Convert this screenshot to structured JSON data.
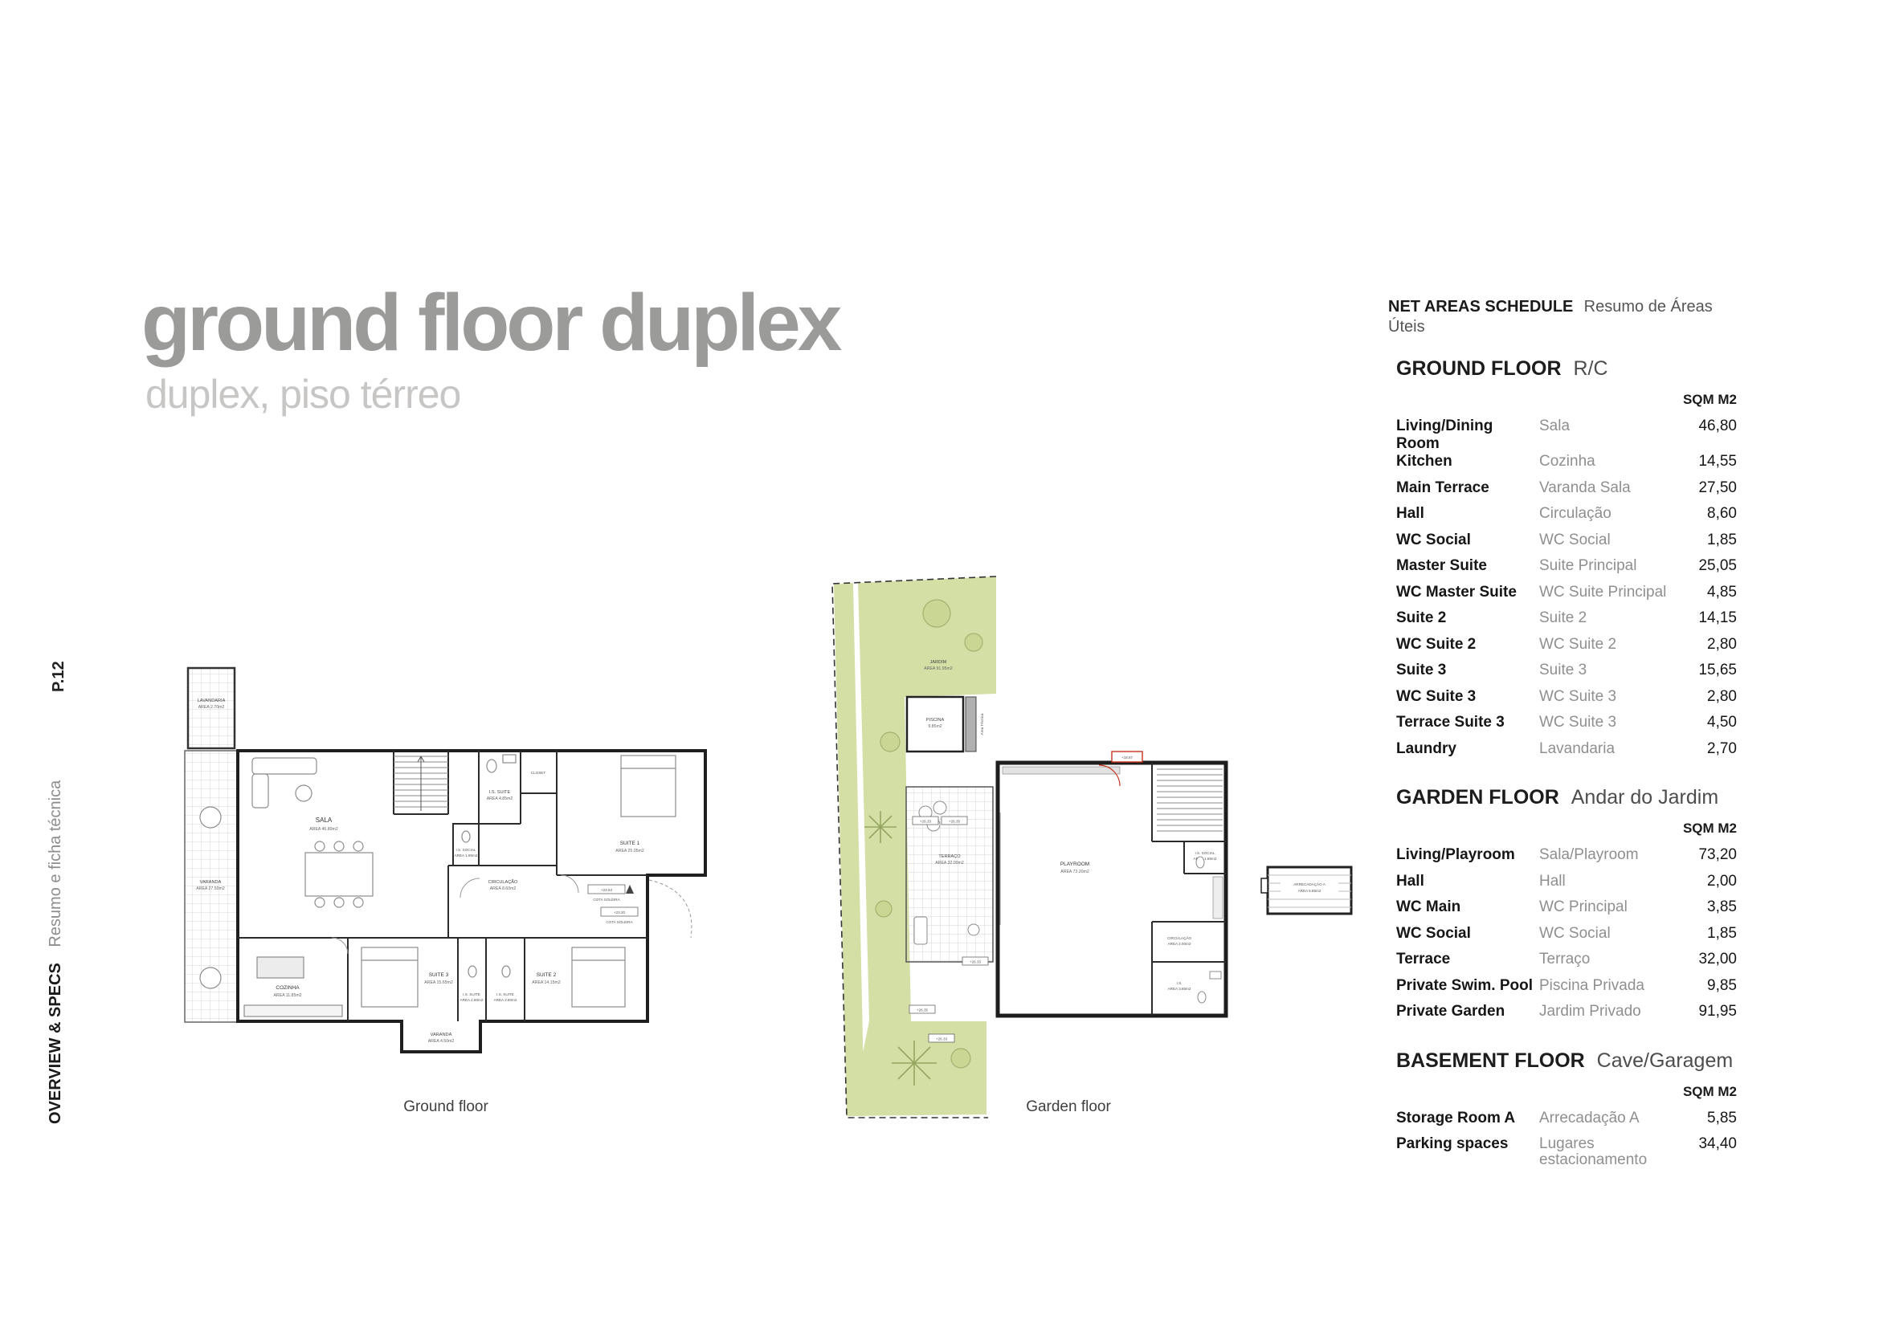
{
  "header": {
    "title": "ground floor duplex",
    "subtitle": "duplex, piso térreo"
  },
  "sidebar": {
    "page_number": "P.12",
    "section_title": "OVERVIEW & SPECS",
    "section_subtitle": "Resumo e ficha técnica"
  },
  "plans": {
    "ground": {
      "caption": "Ground floor",
      "labels": {
        "lavandaria_name": "LAVANDARIA",
        "lavandaria_area": "AREA 2.70m2",
        "varanda_name": "VARANDA",
        "varanda_area": "AREA 27.50m2",
        "sala_name": "SALA",
        "sala_area": "AREA 46.80m2",
        "is_suite1_name": "I.S. SUITE",
        "is_suite1_area": "AREA 4.85m2",
        "closet_name": "CLOSET",
        "suite1_name": "SUITE 1",
        "suite1_area": "AREA 25.05m2",
        "is_social_name": "I.S. SOCIAL",
        "is_social_area": "AREA 1.85m2",
        "circulacao_name": "CIRCULAÇÃO",
        "circulacao_area": "AREA 8.60m2",
        "cozinha_name": "COZINHA",
        "cozinha_area": "AREA 11.85m2",
        "suite3_name": "SUITE 3",
        "suite3_area": "AREA 15.65m2",
        "is_suite3_name": "I.S. SUITE",
        "is_suite3_area": "AREA 2.80m2",
        "is_suite2_name": "I.S. SUITE",
        "is_suite2_area": "AREA 2.80m2",
        "suite2_name": "SUITE 2",
        "suite2_area": "AREA 14.15m2",
        "varanda2_name": "VARANDA",
        "varanda2_area": "AREA 4.50m2",
        "cota1": "+23.54",
        "cota2": "+23.20",
        "cota_label": "COTA SOLEIRA"
      }
    },
    "garden": {
      "caption": "Garden floor",
      "labels": {
        "jardim_name": "JARDIM",
        "jardim_area": "AREA 91.95m2",
        "piscina_name": "PISCINA",
        "piscina_area": "9.85m2",
        "area_tecnica": "Área Técnica",
        "terraco_name": "TERRAÇO",
        "terraco_area": "AREA 32.00m2",
        "playroom_name": "PLAYROOM",
        "playroom_area": "AREA 73.20m2",
        "is_social_name": "I.S. SOCIAL",
        "is_social_area": "AREA 1.85m2",
        "circulacao_name": "CIRCULAÇÃO",
        "circulacao_area": "AREA 2.00m2",
        "is_name": "I.S.",
        "is_area": "AREA 3.85m2",
        "arrecadacao_name": "ARRECADAÇÃO A",
        "arrecadacao_area": "AREA 5.85m2",
        "m2633": "+26.33",
        "m2635": "+26.35",
        "m1887": "+18.87"
      }
    }
  },
  "schedule": {
    "title": "NET AREAS SCHEDULE",
    "title_pt": "Resumo de Áreas Úteis",
    "sections": [
      {
        "name": "GROUND FLOOR",
        "name_pt": "R/C",
        "unit": "SQM M2",
        "rows": [
          {
            "en": "Living/Dining Room",
            "pt": "Sala",
            "sqm": "46,80"
          },
          {
            "en": "Kitchen",
            "pt": "Cozinha",
            "sqm": "14,55"
          },
          {
            "en": "Main Terrace",
            "pt": "Varanda Sala",
            "sqm": "27,50"
          },
          {
            "en": "Hall",
            "pt": "Circulação",
            "sqm": "8,60"
          },
          {
            "en": "WC Social",
            "pt": "WC Social",
            "sqm": "1,85"
          },
          {
            "en": "Master Suite",
            "pt": "Suite Principal",
            "sqm": "25,05"
          },
          {
            "en": "WC Master Suite",
            "pt": "WC Suite Principal",
            "sqm": "4,85"
          },
          {
            "en": "Suite 2",
            "pt": "Suite 2",
            "sqm": "14,15"
          },
          {
            "en": "WC Suite 2",
            "pt": "WC Suite 2",
            "sqm": "2,80"
          },
          {
            "en": "Suite 3",
            "pt": "Suite 3",
            "sqm": "15,65"
          },
          {
            "en": "WC Suite 3",
            "pt": "WC Suite 3",
            "sqm": "2,80"
          },
          {
            "en": "Terrace Suite 3",
            "pt": "WC Suite 3",
            "sqm": "4,50"
          },
          {
            "en": "Laundry",
            "pt": "Lavandaria",
            "sqm": "2,70"
          }
        ]
      },
      {
        "name": "GARDEN FLOOR",
        "name_pt": "Andar do Jardim",
        "unit": "SQM M2",
        "rows": [
          {
            "en": "Living/Playroom",
            "pt": "Sala/Playroom",
            "sqm": "73,20"
          },
          {
            "en": "Hall",
            "pt": "Hall",
            "sqm": "2,00"
          },
          {
            "en": "WC Main",
            "pt": "WC Principal",
            "sqm": "3,85"
          },
          {
            "en": "WC Social",
            "pt": "WC Social",
            "sqm": "1,85"
          },
          {
            "en": "Terrace",
            "pt": "Terraço",
            "sqm": "32,00"
          },
          {
            "en": "Private Swim. Pool",
            "pt": "Piscina Privada",
            "sqm": "9,85"
          },
          {
            "en": "Private Garden",
            "pt": "Jardim Privado",
            "sqm": "91,95"
          }
        ]
      },
      {
        "name": "BASEMENT FLOOR",
        "name_pt": "Cave/Garagem",
        "unit": "SQM M2",
        "rows": [
          {
            "en": "Storage Room A",
            "pt": "Arrecadação A",
            "sqm": "5,85"
          },
          {
            "en": "Parking spaces",
            "pt": "Lugares estacionamento",
            "sqm": "34,40"
          }
        ]
      }
    ]
  }
}
